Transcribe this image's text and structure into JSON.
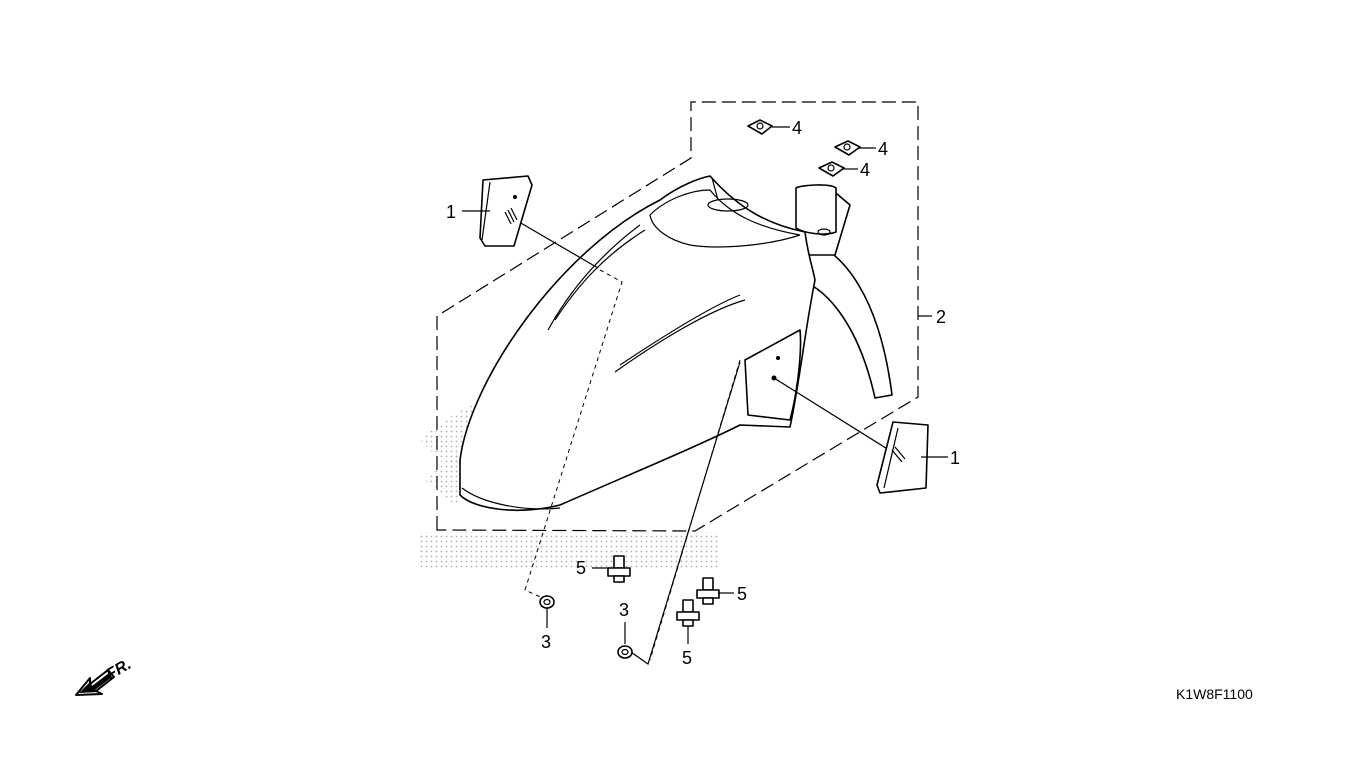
{
  "diagram": {
    "callouts": {
      "c1a": "1",
      "c1b": "1",
      "c2": "2",
      "c3a": "3",
      "c3b": "3",
      "c4a": "4",
      "c4b": "4",
      "c4c": "4",
      "c5a": "5",
      "c5b": "5",
      "c5c": "5"
    },
    "direction_label": "FR.",
    "diagram_code": "K1W8F1100"
  },
  "colors": {
    "line": "#000000",
    "background": "#ffffff",
    "watermark_dots": "#b0b0b0"
  },
  "icons": [
    "front-direction-arrow-icon"
  ]
}
